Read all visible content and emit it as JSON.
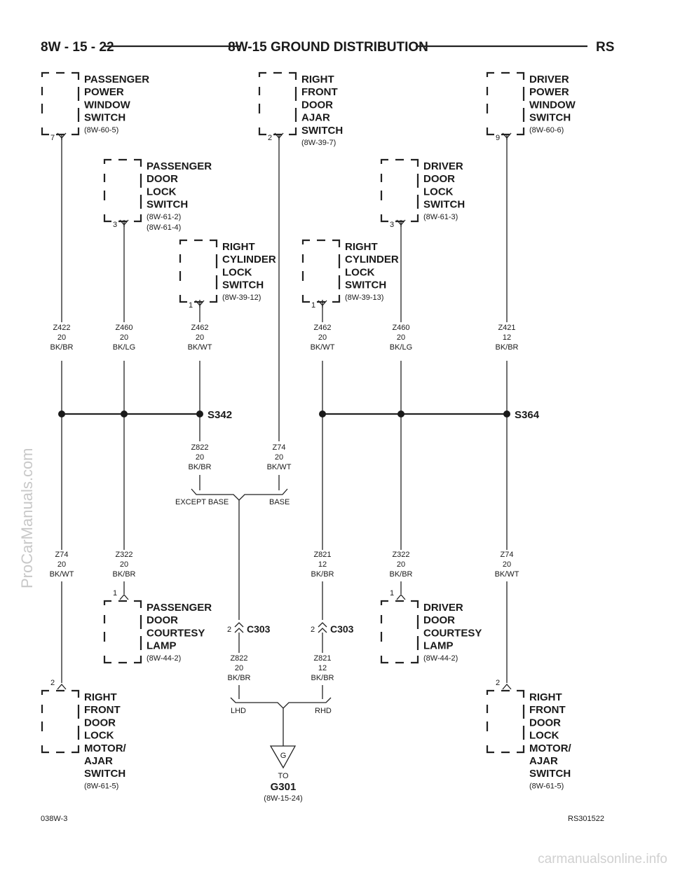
{
  "header": {
    "left": "8W - 15 - 22",
    "center": "8W-15 GROUND DISTRIBUTION",
    "right": "RS"
  },
  "components": {
    "pass_window_sw": {
      "lines": [
        "PASSENGER",
        "POWER",
        "WINDOW",
        "SWITCH"
      ],
      "refs": [
        "(8W-60-5)"
      ],
      "pin": "7"
    },
    "rf_ajar_sw": {
      "lines": [
        "RIGHT",
        "FRONT",
        "DOOR",
        "AJAR",
        "SWITCH"
      ],
      "refs": [
        "(8W-39-7)"
      ],
      "pin": "2"
    },
    "drv_window_sw": {
      "lines": [
        "DRIVER",
        "POWER",
        "WINDOW",
        "SWITCH"
      ],
      "refs": [
        "(8W-60-6)"
      ],
      "pin": "9"
    },
    "pass_lock_sw": {
      "lines": [
        "PASSENGER",
        "DOOR",
        "LOCK",
        "SWITCH"
      ],
      "refs": [
        "(8W-61-2)",
        "(8W-61-4)"
      ],
      "pin": "3"
    },
    "drv_lock_sw": {
      "lines": [
        "DRIVER",
        "DOOR",
        "LOCK",
        "SWITCH"
      ],
      "refs": [
        "(8W-61-3)"
      ],
      "pin": "3"
    },
    "rcyl_sw_a": {
      "lines": [
        "RIGHT",
        "CYLINDER",
        "LOCK",
        "SWITCH"
      ],
      "refs": [
        "(8W-39-12)"
      ],
      "pin": "1"
    },
    "rcyl_sw_b": {
      "lines": [
        "RIGHT",
        "CYLINDER",
        "LOCK",
        "SWITCH"
      ],
      "refs": [
        "(8W-39-13)"
      ],
      "pin": "1"
    },
    "pass_lamp": {
      "lines": [
        "PASSENGER",
        "DOOR",
        "COURTESY",
        "LAMP"
      ],
      "refs": [
        "(8W-44-2)"
      ],
      "pin": "1"
    },
    "drv_lamp": {
      "lines": [
        "DRIVER",
        "DOOR",
        "COURTESY",
        "LAMP"
      ],
      "refs": [
        "(8W-44-2)"
      ],
      "pin": "1"
    },
    "rf_lock_motor_l": {
      "lines": [
        "RIGHT",
        "FRONT",
        "DOOR",
        "LOCK",
        "MOTOR/",
        "AJAR",
        "SWITCH"
      ],
      "refs": [
        "(8W-61-5)"
      ],
      "pin": "2"
    },
    "rf_lock_motor_r": {
      "lines": [
        "RIGHT",
        "FRONT",
        "DOOR",
        "LOCK",
        "MOTOR/",
        "AJAR",
        "SWITCH"
      ],
      "refs": [
        "(8W-61-5)"
      ],
      "pin": "2"
    }
  },
  "wires": {
    "w1": [
      "Z422",
      "20",
      "BK/BR"
    ],
    "w2": [
      "Z460",
      "20",
      "BK/LG"
    ],
    "w3": [
      "Z462",
      "20",
      "BK/WT"
    ],
    "w4": [
      "Z462",
      "20",
      "BK/WT"
    ],
    "w5": [
      "Z460",
      "20",
      "BK/LG"
    ],
    "w6": [
      "Z421",
      "12",
      "BK/BR"
    ],
    "w7": [
      "Z822",
      "20",
      "BK/BR"
    ],
    "w8": [
      "Z74",
      "20",
      "BK/WT"
    ],
    "w9": [
      "Z74",
      "20",
      "BK/WT"
    ],
    "w10": [
      "Z322",
      "20",
      "BK/BR"
    ],
    "w11": [
      "Z821",
      "12",
      "BK/BR"
    ],
    "w12": [
      "Z322",
      "20",
      "BK/BR"
    ],
    "w13": [
      "Z74",
      "20",
      "BK/WT"
    ],
    "w14": [
      "Z822",
      "20",
      "BK/BR"
    ],
    "w15": [
      "Z821",
      "12",
      "BK/BR"
    ]
  },
  "splices": {
    "left": "S342",
    "right": "S364"
  },
  "connectors": {
    "c303": "C303",
    "c303_pin_l": "2",
    "c303_pin_r": "2"
  },
  "options": {
    "except_base": "EXCEPT BASE",
    "base": "BASE",
    "lhd": "LHD",
    "rhd": "RHD"
  },
  "ground": {
    "symbol": "G",
    "to": "TO",
    "name": "G301",
    "ref": "(8W-15-24)"
  },
  "footer": {
    "left": "038W-3",
    "right": "RS301522"
  },
  "watermarks": {
    "side": "ProCarManuals.com",
    "bottom": "carmanualsonline.info"
  }
}
